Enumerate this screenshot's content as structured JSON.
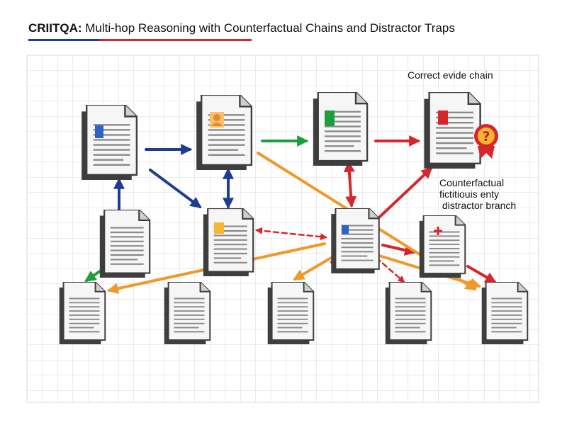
{
  "title": {
    "prefix": "CRIITQA:",
    "rest": " Multi-hop Reasoning with Counterfactual Chains and Distractor Traps"
  },
  "labels": {
    "correct_chain": "Correct evide chain",
    "counterfactual_line1": "Counterfactual",
    "counterfactual_line2": "fictitiouis enty",
    "counterfactual_line3": " distractor branch"
  },
  "colors": {
    "blue": "#1f3d8f",
    "green": "#1e9e3a",
    "red": "#d7262b",
    "orange": "#f0982a",
    "grid": "#d9d9d9",
    "doc_dark": "#3e3e3e",
    "doc_light": "#f6f6f6"
  },
  "icons": {
    "document": "document-icon",
    "badge": "question-badge-icon",
    "plus": "plus-mark-icon"
  }
}
